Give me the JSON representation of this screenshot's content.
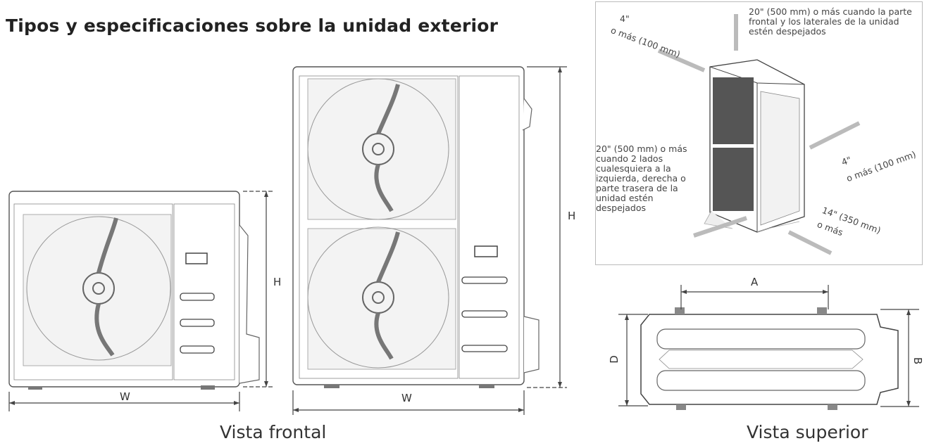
{
  "title": "Tipos y especificaciones sobre la unidad exterior",
  "front_view": {
    "small_unit": {
      "width_label": "W",
      "height_label": "H"
    },
    "large_unit": {
      "width_label": "W",
      "height_label": "H"
    },
    "caption": "Vista frontal"
  },
  "install_clearance": {
    "top_note": "20\" (500 mm) o más cuando la parte frontal y los laterales de la unidad estén despejados",
    "back_left_note": "4\"",
    "back_left_note_sub": "o más (100 mm)",
    "side_left_note": "20\" (500 mm) o más cuando 2 lados cualesquiera a la izquierda, derecha o parte trasera de la unidad estén despejados",
    "side_right_note": "4\"",
    "side_right_note_sub": "o más (100 mm)",
    "front_note": "14\" (350 mm)",
    "front_note_sub": "o más"
  },
  "top_view": {
    "a_label": "A",
    "b_label": "B",
    "d_label": "D",
    "caption": "Vista superior"
  }
}
